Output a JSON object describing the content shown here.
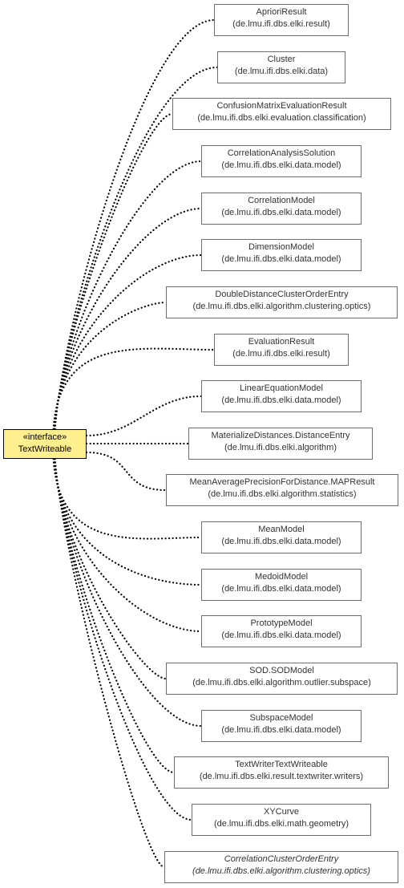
{
  "interface": {
    "stereotype": "«interface»",
    "name": "TextWriteable"
  },
  "implementers": [
    {
      "name": "AprioriResult",
      "package": "(de.lmu.ifi.dbs.elki.result)",
      "italic": false
    },
    {
      "name": "Cluster",
      "package": "(de.lmu.ifi.dbs.elki.data)",
      "italic": false
    },
    {
      "name": "ConfusionMatrixEvaluationResult",
      "package": "(de.lmu.ifi.dbs.elki.evaluation.classification)",
      "italic": false
    },
    {
      "name": "CorrelationAnalysisSolution",
      "package": "(de.lmu.ifi.dbs.elki.data.model)",
      "italic": false
    },
    {
      "name": "CorrelationModel",
      "package": "(de.lmu.ifi.dbs.elki.data.model)",
      "italic": false
    },
    {
      "name": "DimensionModel",
      "package": "(de.lmu.ifi.dbs.elki.data.model)",
      "italic": false
    },
    {
      "name": "DoubleDistanceClusterOrderEntry",
      "package": "(de.lmu.ifi.dbs.elki.algorithm.clustering.optics)",
      "italic": false
    },
    {
      "name": "EvaluationResult",
      "package": "(de.lmu.ifi.dbs.elki.result)",
      "italic": false
    },
    {
      "name": "LinearEquationModel",
      "package": "(de.lmu.ifi.dbs.elki.data.model)",
      "italic": false
    },
    {
      "name": "MaterializeDistances.DistanceEntry",
      "package": "(de.lmu.ifi.dbs.elki.algorithm)",
      "italic": false
    },
    {
      "name": "MeanAveragePrecisionForDistance.MAPResult",
      "package": "(de.lmu.ifi.dbs.elki.algorithm.statistics)",
      "italic": false
    },
    {
      "name": "MeanModel",
      "package": "(de.lmu.ifi.dbs.elki.data.model)",
      "italic": false
    },
    {
      "name": "MedoidModel",
      "package": "(de.lmu.ifi.dbs.elki.data.model)",
      "italic": false
    },
    {
      "name": "PrototypeModel",
      "package": "(de.lmu.ifi.dbs.elki.data.model)",
      "italic": false
    },
    {
      "name": "SOD.SODModel",
      "package": "(de.lmu.ifi.dbs.elki.algorithm.outlier.subspace)",
      "italic": false
    },
    {
      "name": "SubspaceModel",
      "package": "(de.lmu.ifi.dbs.elki.data.model)",
      "italic": false
    },
    {
      "name": "TextWriterTextWriteable",
      "package": "(de.lmu.ifi.dbs.elki.result.textwriter.writers)",
      "italic": false
    },
    {
      "name": "XYCurve",
      "package": "(de.lmu.ifi.dbs.elki.math.geometry)",
      "italic": false
    },
    {
      "name": "CorrelationClusterOrderEntry",
      "package": "(de.lmu.ifi.dbs.elki.algorithm.clustering.optics)",
      "italic": true
    }
  ],
  "colors": {
    "interface_fill": "#ffef8f",
    "box_border": "#6d6d6d",
    "edge": "#000000"
  }
}
